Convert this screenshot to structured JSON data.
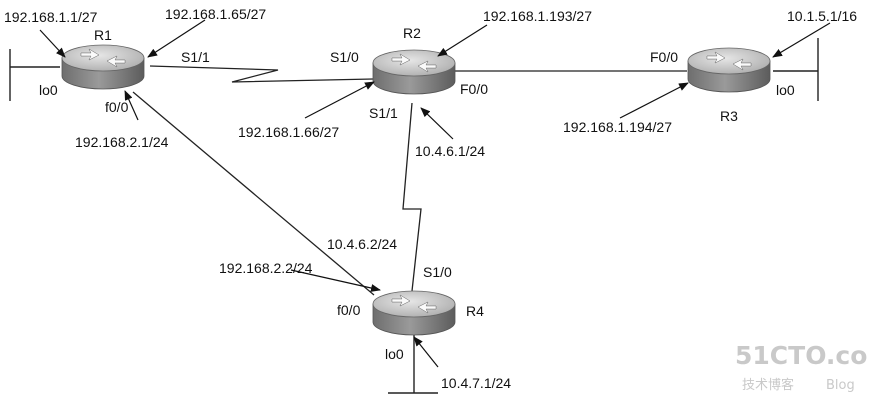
{
  "routers": {
    "r1": {
      "name": "R1"
    },
    "r2": {
      "name": "R2"
    },
    "r3": {
      "name": "R3"
    },
    "r4": {
      "name": "R4"
    }
  },
  "interfaces": {
    "r1_lo0": "lo0",
    "r1_s11": "S1/1",
    "r1_f00": "f0/0",
    "r2_s10": "S1/0",
    "r2_s11": "S1/1",
    "r2_f00": "F0/0",
    "r3_f00": "F0/0",
    "r3_lo0": "lo0",
    "r4_s10": "S1/0",
    "r4_f00": "f0/0",
    "r4_lo0": "lo0"
  },
  "addresses": {
    "r1_lo0": "192.168.1.1/27",
    "r1_s11": "192.168.1.65/27",
    "r1_f00": "192.168.2.1/24",
    "r2_s10": "192.168.1.66/27",
    "r2_f00": "192.168.1.193/27",
    "r2_s11": "10.4.6.1/24",
    "r3_f00": "192.168.1.194/27",
    "r3_lo0": "10.1.5.1/16",
    "r4_s10": "10.4.6.2/24",
    "r4_f00": "192.168.2.2/24",
    "r4_lo0": "10.4.7.1/24"
  },
  "watermark": {
    "brand": "51CTO.com",
    "sub": "技术博客",
    "blog": "Blog"
  }
}
